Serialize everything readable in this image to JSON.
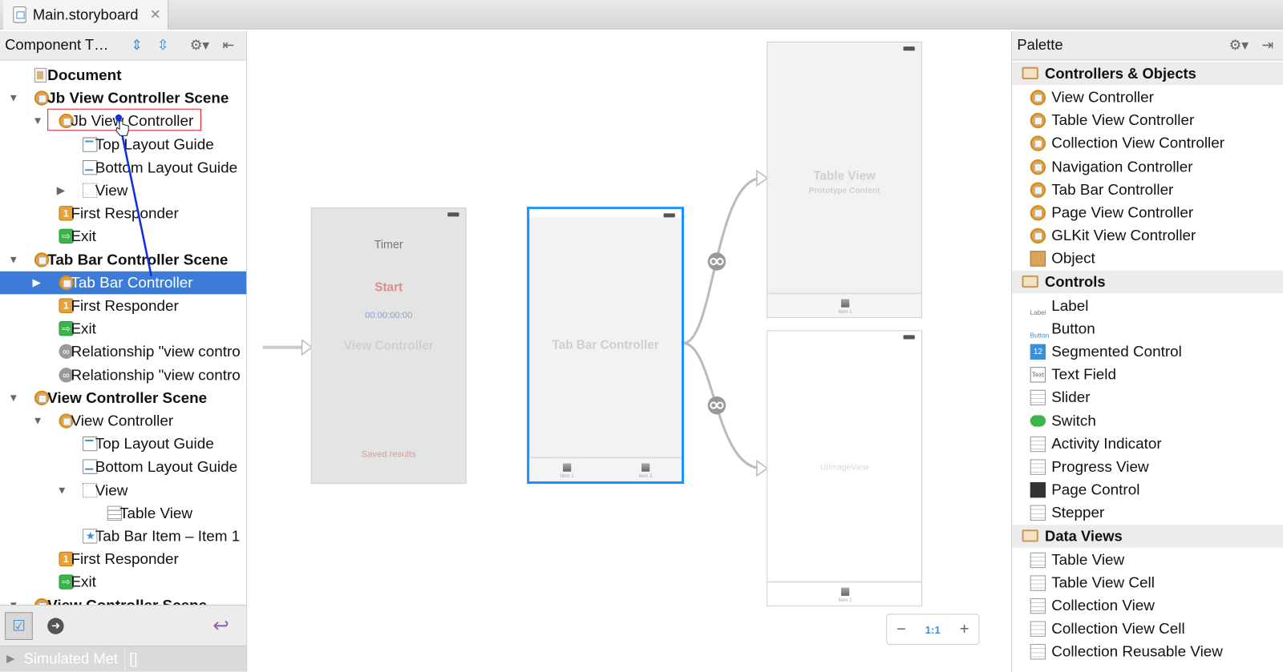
{
  "tab": {
    "title": "Main.storyboard",
    "close": "✕"
  },
  "component_tree": {
    "title": "Component T…",
    "rows": [
      {
        "label": "Document",
        "level": 0,
        "icon": "doc",
        "bold": true,
        "toggle": ""
      },
      {
        "label": "Jb View Controller Scene",
        "level": 0,
        "icon": "vc",
        "bold": true,
        "toggle": "▼"
      },
      {
        "label": "Jb View Controller",
        "level": 1,
        "icon": "vc",
        "toggle": "▼"
      },
      {
        "label": "Top Layout Guide",
        "level": 2,
        "icon": "guide"
      },
      {
        "label": "Bottom Layout Guide",
        "level": 2,
        "icon": "guide b"
      },
      {
        "label": "View",
        "level": 2,
        "icon": "view",
        "toggle": "▶"
      },
      {
        "label": "First Responder",
        "level": 1,
        "icon": "fr"
      },
      {
        "label": "Exit",
        "level": 1,
        "icon": "exit"
      },
      {
        "label": "Tab Bar Controller Scene",
        "level": 0,
        "icon": "vc",
        "bold": true,
        "toggle": "▼"
      },
      {
        "label": "Tab Bar Controller",
        "level": 1,
        "icon": "vc",
        "toggle": "▶",
        "selected": true
      },
      {
        "label": "First Responder",
        "level": 1,
        "icon": "fr"
      },
      {
        "label": "Exit",
        "level": 1,
        "icon": "exit"
      },
      {
        "label": "Relationship \"view contro",
        "level": 1,
        "icon": "rel"
      },
      {
        "label": "Relationship \"view contro",
        "level": 1,
        "icon": "rel"
      },
      {
        "label": "View Controller Scene",
        "level": 0,
        "icon": "vc",
        "bold": true,
        "toggle": "▼"
      },
      {
        "label": "View Controller",
        "level": 1,
        "icon": "vc",
        "toggle": "▼"
      },
      {
        "label": "Top Layout Guide",
        "level": 2,
        "icon": "guide"
      },
      {
        "label": "Bottom Layout Guide",
        "level": 2,
        "icon": "guide b"
      },
      {
        "label": "View",
        "level": 2,
        "icon": "view",
        "toggle": "▼"
      },
      {
        "label": "Table View",
        "level": 3,
        "icon": "tv"
      },
      {
        "label": "Tab Bar Item – Item 1",
        "level": 2,
        "icon": "tbi"
      },
      {
        "label": "First Responder",
        "level": 1,
        "icon": "fr"
      },
      {
        "label": "Exit",
        "level": 1,
        "icon": "exit"
      },
      {
        "label": "View Controller Scene",
        "level": 0,
        "icon": "vc",
        "bold": true,
        "toggle": "▼"
      }
    ],
    "properties_row": {
      "label": "Simulated Met",
      "value": "[]"
    }
  },
  "canvas": {
    "view_controller": {
      "title": "Timer",
      "start": "Start",
      "time": "00:00:00:00",
      "name": "View Controller",
      "saved": "Saved results"
    },
    "tab_bar_controller": {
      "name": "Tab Bar Controller",
      "item1": "Item 1",
      "item2": "Item 2"
    },
    "table_screen": {
      "title": "Table View",
      "subtitle": "Prototype Content",
      "item": "Item 1"
    },
    "image_screen": {
      "title": "UIImageView",
      "item": "Item 2"
    },
    "zoom": {
      "out": "−",
      "actual": "1:1",
      "in": "+"
    }
  },
  "palette": {
    "title": "Palette",
    "categories": [
      {
        "name": "Controllers & Objects",
        "items": [
          "View Controller",
          "Table View Controller",
          "Collection View Controller",
          "Navigation Controller",
          "Tab Bar Controller",
          "Page View Controller",
          "GLKit View Controller",
          "Object"
        ]
      },
      {
        "name": "Controls",
        "items": [
          "Label",
          "Button",
          "Segmented Control",
          "Text Field",
          "Slider",
          "Switch",
          "Activity Indicator",
          "Progress View",
          "Page Control",
          "Stepper"
        ]
      },
      {
        "name": "Data Views",
        "items": [
          "Table View",
          "Table View Cell",
          "Collection View",
          "Collection View Cell",
          "Collection Reusable View"
        ]
      }
    ],
    "mini_labels": {
      "label": "Label",
      "button": "Button",
      "text": "Text",
      "seg": "12"
    }
  },
  "colors": {
    "selection": "#3d7bd8",
    "accent": "#1e90ff",
    "connector": "#1030e0"
  }
}
